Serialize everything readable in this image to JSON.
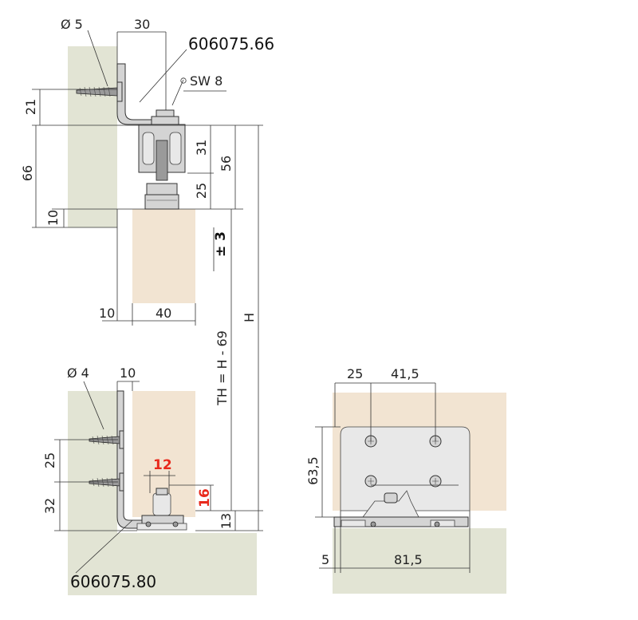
{
  "colors": {
    "wall": "#e2e4d4",
    "panel": "#f2e4d2",
    "metal": "#d4d4d4",
    "highlight": "#e8291c"
  },
  "top": {
    "part_number": "606075.66",
    "screw_diameter": "Ø 5",
    "wrench_size": "SW 8",
    "dim_30": "30",
    "dim_21": "21",
    "dim_66": "66",
    "dim_10_left": "10",
    "dim_31": "31",
    "dim_56": "56",
    "dim_25": "25",
    "adjust": "± 3",
    "dim_10_bottom": "10",
    "dim_40": "40",
    "height_h": "H",
    "door_height": "TH = H - 69"
  },
  "bottom": {
    "part_number": "606075.80",
    "screw_diameter": "Ø 4",
    "dim_10": "10",
    "dim_25": "25",
    "dim_32": "32",
    "dim_12": "12",
    "dim_16": "16",
    "dim_13": "13"
  },
  "front": {
    "dim_25": "25",
    "dim_41_5": "41,5",
    "dim_63_5": "63,5",
    "dim_5": "5",
    "dim_81_5": "81,5"
  }
}
